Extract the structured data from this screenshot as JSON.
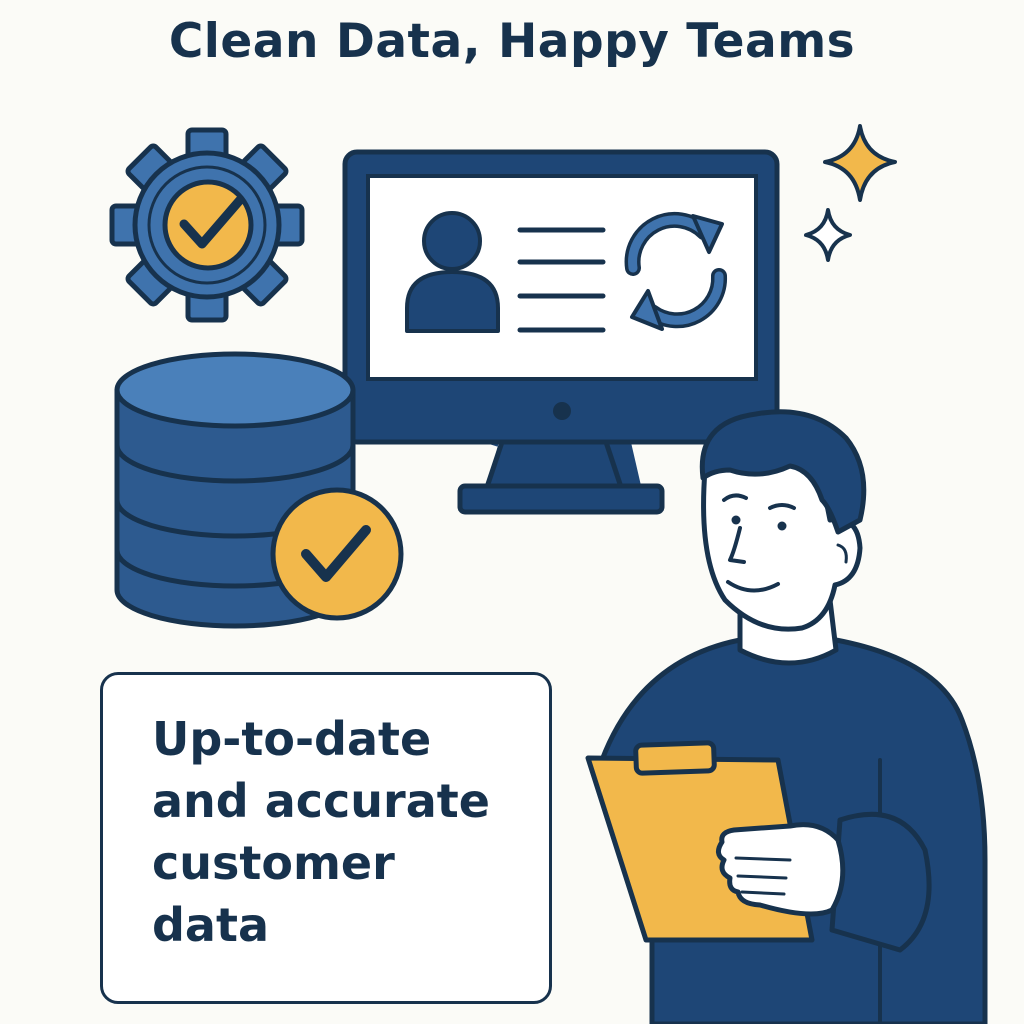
{
  "header": {
    "title": "Clean Data, Happy Teams"
  },
  "caption": {
    "lines": [
      "Up-to-date",
      "and accurate",
      "customer",
      "data"
    ]
  },
  "colors": {
    "navy": "#17324d",
    "blue": "#3f73ad",
    "dark_blue": "#1e4676",
    "yellow": "#f2b84b",
    "background": "#fbfbf7"
  },
  "icons": [
    "gear-check-icon",
    "monitor-icon",
    "user-profile-icon",
    "sync-icon",
    "database-icon",
    "check-badge-icon",
    "sparkle-icon",
    "clipboard-icon",
    "person-illustration"
  ]
}
